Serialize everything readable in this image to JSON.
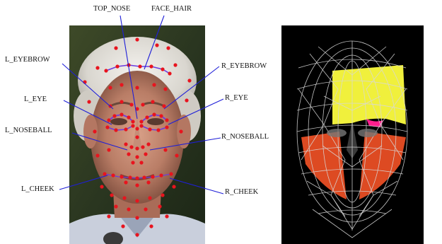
{
  "labels": {
    "top_nose": "TOP_NOSE",
    "face_hair": "FACE_HAIR",
    "l_eyebrow": "L_EYEBROW",
    "r_eyebrow": "R_EYEBROW",
    "l_eye": "L_EYE",
    "r_eye": "R_EYE",
    "l_noseball": "L_NOSEBALL",
    "r_noseball": "R_NOSEBALL",
    "l_cheek": "L_CHEEK",
    "r_cheek": "R_CHEEK"
  },
  "colors": {
    "leader_line": "#1f1fd8",
    "feature_point": "#e8141e",
    "contour_line": "#6a3ce0",
    "mesh_wire": "#d8d8d8",
    "mesh_background": "#000000",
    "forehead_patch": "#f0f03c",
    "cheek_patch": "#dd4a22"
  },
  "images": {
    "face_photo": "face-photo-with-feature-points",
    "mesh_model": "wireframe-head-model"
  }
}
